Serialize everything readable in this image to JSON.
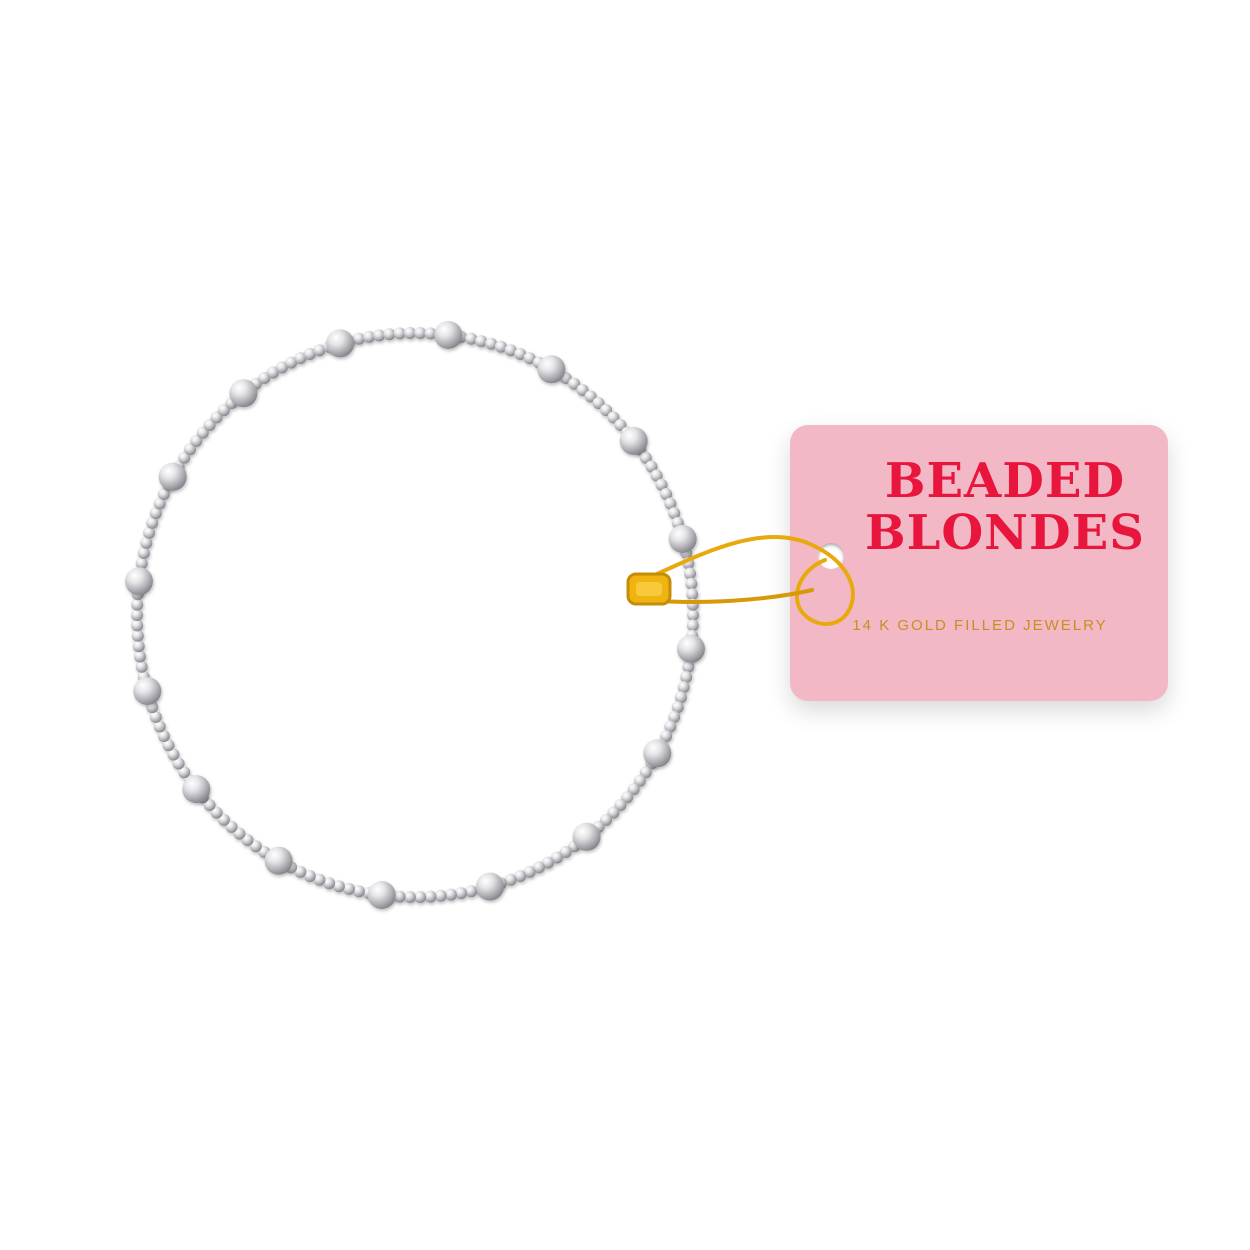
{
  "tag": {
    "brand_line1": "BEADED",
    "brand_line2": "BLONDES",
    "tagline": "14 K GOLD FILLED JEWELRY"
  },
  "colors": {
    "tag_pink": "#f3b8c6",
    "brand_red": "#e8153d",
    "gold_foil": "#c7901e",
    "pin_gold": "#e8a90c",
    "bead_silver": "#d9d9dc"
  },
  "icons": {
    "fastener": "safety-pin-icon"
  }
}
